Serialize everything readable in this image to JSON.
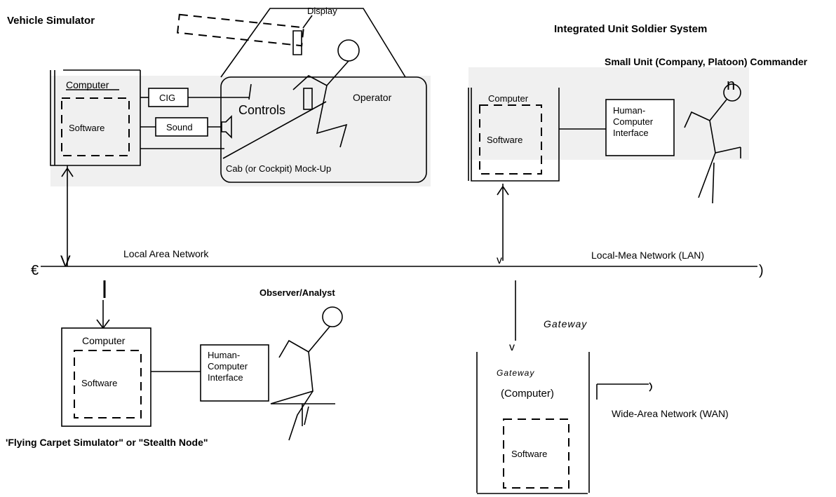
{
  "vehicle_simulator": {
    "title": "Vehicle Simulator",
    "computer_label": "Computer",
    "software_label": "Software",
    "cig_label": "CIG",
    "sound_label": "Sound",
    "controls_label": "Controls",
    "display_label": "Display",
    "operator_label": "Operator",
    "cab_label": "Cab (or Cockpit) Mock-Up"
  },
  "integrated_unit": {
    "title": "Integrated Unit Soldier System",
    "commander_label": "Small Unit (Company, Platoon) Commander",
    "commander_glyph": "n",
    "computer_label": "Computer",
    "software_label": "Software",
    "hci_lines": [
      "Human-",
      "Computer",
      "Interface"
    ]
  },
  "network": {
    "lan_left_label": "Local Area Network",
    "lan_right_label": "Local-Mea Network (LAN)",
    "left_end_glyph": "€",
    "right_end_glyph": ")",
    "left_v_glyph": "V",
    "right_v_glyph": "v"
  },
  "stealth_node": {
    "observer_label": "Observer/Analyst",
    "computer_label": "Computer",
    "software_label": "Software",
    "hci_lines": [
      "Human-",
      "Computer",
      "Interface"
    ],
    "caption": "'Flying Carpet Simulator\" or \"Stealth Node\""
  },
  "gateway": {
    "label_outside": "Gateway",
    "v_glyph": "v",
    "label_inside": "Gateway",
    "computer_label": "(Computer)",
    "software_label": "Software",
    "wan_label": "Wide-Area Network (WAN)"
  }
}
